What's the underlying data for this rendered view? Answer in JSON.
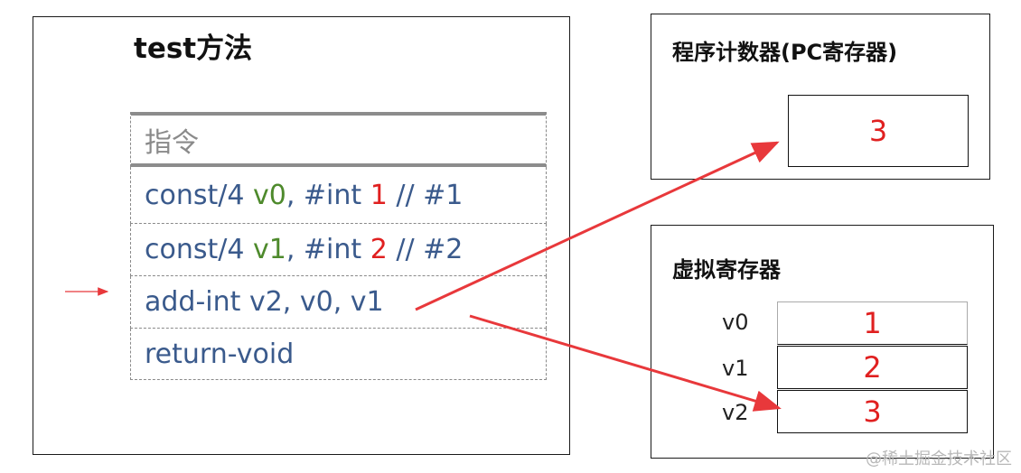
{
  "method": {
    "title": "test方法",
    "table_header": "指令",
    "instructions": [
      {
        "op": "const/4 ",
        "reg": "v0",
        "mid": ", #int ",
        "imm": "1",
        "tail": " // #1"
      },
      {
        "op": "const/4 ",
        "reg": "v1",
        "mid": ", #int ",
        "imm": "2",
        "tail": " // #2"
      },
      {
        "op": "add-int v2, v0, v1"
      },
      {
        "op": "return-void"
      }
    ]
  },
  "pc": {
    "title": "程序计数器(PC寄存器)",
    "value": "3"
  },
  "registers": {
    "title": "虚拟寄存器",
    "items": [
      {
        "name": "v0",
        "value": "1"
      },
      {
        "name": "v1",
        "value": "2"
      },
      {
        "name": "v2",
        "value": "3"
      }
    ]
  },
  "current_marker": "→",
  "colors": {
    "arrow": "#e8383b",
    "instr": "#3a5a8c",
    "reg": "#4e8a2c",
    "value": "#e02020"
  },
  "watermark": "@稀土掘金技术社区"
}
